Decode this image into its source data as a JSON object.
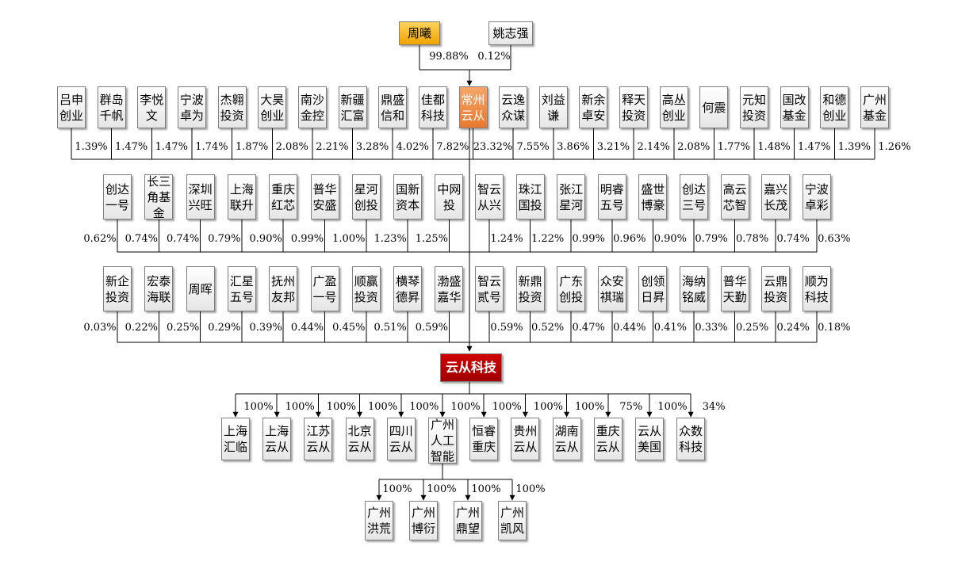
{
  "colors": {
    "highlight_top": "#f0a400",
    "highlight_core": "#e8782e",
    "target": "#b00000"
  },
  "top": [
    {
      "name": "周曦",
      "pct": "99.88%",
      "style": "hl-yellow"
    },
    {
      "name": "姚志强",
      "pct": "0.12%"
    }
  ],
  "row1": [
    {
      "name": "吕申\n创业",
      "pct": "1.39%"
    },
    {
      "name": "群岛\n千帆",
      "pct": "1.47%"
    },
    {
      "name": "李悦\n文",
      "pct": "1.47%"
    },
    {
      "name": "宁波\n卓为",
      "pct": "1.74%"
    },
    {
      "name": "杰翱\n投资",
      "pct": "1.87%"
    },
    {
      "name": "大昊\n创业",
      "pct": "2.08%"
    },
    {
      "name": "南沙\n金控",
      "pct": "2.21%"
    },
    {
      "name": "新疆\n汇富",
      "pct": "3.28%"
    },
    {
      "name": "鼎盛\n信和",
      "pct": "4.02%"
    },
    {
      "name": "佳都\n科技",
      "pct": "7.82%"
    },
    {
      "name": "常州\n云从",
      "pct": "23.32%",
      "style": "hl-orange"
    },
    {
      "name": "云逸\n众谋",
      "pct": "7.55%"
    },
    {
      "name": "刘益\n谦",
      "pct": "3.86%"
    },
    {
      "name": "新余\n卓安",
      "pct": "3.21%"
    },
    {
      "name": "释天\n投资",
      "pct": "2.14%"
    },
    {
      "name": "高丛\n创业",
      "pct": "2.08%"
    },
    {
      "name": "何震",
      "pct": "1.77%"
    },
    {
      "name": "元知\n投资",
      "pct": "1.48%"
    },
    {
      "name": "国改\n基金",
      "pct": "1.47%"
    },
    {
      "name": "和德\n创业",
      "pct": "1.39%"
    },
    {
      "name": "广州\n基金",
      "pct": "1.26%"
    }
  ],
  "row2": [
    {
      "name": "创达\n一号",
      "pct": "0.62%"
    },
    {
      "name": "长三\n角基\n金",
      "pct": "0.74%"
    },
    {
      "name": "深圳\n兴旺",
      "pct": "0.74%"
    },
    {
      "name": "上海\n联升",
      "pct": "0.79%"
    },
    {
      "name": "重庆\n红芯",
      "pct": "0.90%"
    },
    {
      "name": "普华\n安盛",
      "pct": "0.99%"
    },
    {
      "name": "星河\n创投",
      "pct": "1.00%"
    },
    {
      "name": "国新\n资本",
      "pct": "1.23%"
    },
    {
      "name": "中网\n投",
      "pct": "1.25%"
    },
    {
      "name": "智云\n从兴",
      "pct": "1.24%"
    },
    {
      "name": "珠江\n国投",
      "pct": "1.22%"
    },
    {
      "name": "张江\n星河",
      "pct": "0.99%"
    },
    {
      "name": "明睿\n五号",
      "pct": "0.96%"
    },
    {
      "name": "盛世\n博豪",
      "pct": "0.90%"
    },
    {
      "name": "创达\n三号",
      "pct": "0.79%"
    },
    {
      "name": "高云\n芯智",
      "pct": "0.78%"
    },
    {
      "name": "嘉兴\n长茂",
      "pct": "0.74%"
    },
    {
      "name": "宁波\n卓彩",
      "pct": "0.63%"
    }
  ],
  "row3": [
    {
      "name": "新企\n投资",
      "pct": "0.03%"
    },
    {
      "name": "宏泰\n海联",
      "pct": "0.22%"
    },
    {
      "name": "周晖",
      "pct": "0.25%"
    },
    {
      "name": "汇星\n五号",
      "pct": "0.29%"
    },
    {
      "name": "抚州\n友邦",
      "pct": "0.39%"
    },
    {
      "name": "广盈\n一号",
      "pct": "0.44%"
    },
    {
      "name": "顺赢\n投资",
      "pct": "0.45%"
    },
    {
      "name": "横琴\n德昇",
      "pct": "0.51%"
    },
    {
      "name": "渤盛\n嘉华",
      "pct": "0.59%"
    },
    {
      "name": "智云\n贰号",
      "pct": "0.59%"
    },
    {
      "name": "新鼎\n投资",
      "pct": "0.52%"
    },
    {
      "name": "广东\n创投",
      "pct": "0.47%"
    },
    {
      "name": "众安\n祺瑞",
      "pct": "0.44%"
    },
    {
      "name": "创领\n日昇",
      "pct": "0.41%"
    },
    {
      "name": "海纳\n铭威",
      "pct": "0.33%"
    },
    {
      "name": "普华\n天勤",
      "pct": "0.25%"
    },
    {
      "name": "云鼎\n投资",
      "pct": "0.24%"
    },
    {
      "name": "顺为\n科技",
      "pct": "0.18%"
    }
  ],
  "target": {
    "name": "云从科技",
    "style": "hl-red"
  },
  "subs": [
    {
      "name": "上海\n汇临",
      "pct": "100%"
    },
    {
      "name": "上海\n云从",
      "pct": "100%"
    },
    {
      "name": "江苏\n云从",
      "pct": "100%"
    },
    {
      "name": "北京\n云从",
      "pct": "100%"
    },
    {
      "name": "四川\n云从",
      "pct": "100%"
    },
    {
      "name": "广州\n人工\n智能",
      "pct": "100%"
    },
    {
      "name": "恒睿\n重庆",
      "pct": "100%"
    },
    {
      "name": "贵州\n云从",
      "pct": "100%"
    },
    {
      "name": "湖南\n云从",
      "pct": "100%"
    },
    {
      "name": "重庆\n云从",
      "pct": "75%"
    },
    {
      "name": "云从\n美国",
      "pct": "100%"
    },
    {
      "name": "众数\n科技",
      "pct": "34%"
    }
  ],
  "subsubs": [
    {
      "name": "广州\n洪荒",
      "pct": "100%"
    },
    {
      "name": "广州\n博衍",
      "pct": "100%"
    },
    {
      "name": "广州\n鼎望",
      "pct": "100%"
    },
    {
      "name": "广州\n凯风",
      "pct": "100%"
    }
  ]
}
